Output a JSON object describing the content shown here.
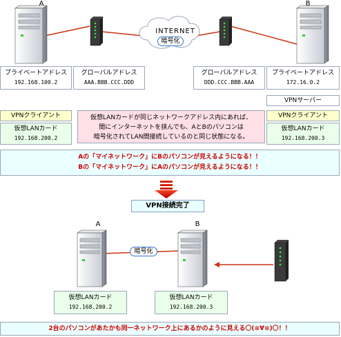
{
  "top": {
    "label_a": "A",
    "label_b": "B",
    "cloud_text": "INTERNET",
    "cloud_badge": "暗号化",
    "private_title": "プライベートアドレス",
    "global_title": "グローバルアドレス",
    "a_private_ip": "192.168.100.2",
    "a_global_ip": "AAA.BBB.CCC.DDD",
    "b_global_ip": "DDD.CCC.BBB.AAA",
    "b_private_ip": "172.16.0.2",
    "vpn_server": "VPNサーバー",
    "vpn_client": "VPNクライアント",
    "virtual_lan": "仮想LANカード",
    "a_virtual_ip": "192.168.200.2",
    "b_virtual_ip": "192.168.200.3",
    "explain_lines": [
      "仮想LANカードが同じネットワークアドレス内にあれば、",
      "間にインターネットを挟んでも、AとBのパソコンは",
      "暗号化されてLAN間接続しているのと同じ状態になる。"
    ],
    "result_lines": [
      "Aの「マイネットワーク」にBのパソコンが見えるようになる！！",
      "Bの「マイネットワーク」にAのパソコンが見えるようになる！！"
    ]
  },
  "complete_label": "VPN接続完了",
  "bottom": {
    "label_a": "A",
    "label_b": "B",
    "badge": "暗号化",
    "virtual_lan": "仮想LANカード",
    "a_virtual_ip": "192.168.200.2",
    "b_virtual_ip": "192.168.200.3",
    "footer": "2台のパソコンがあたかも同一ネットワーク上にあるかのように見える〇(≡∀≡)〇！！"
  },
  "colors": {
    "cable": "#cc3311",
    "emphasis": "#cc0000",
    "arrow": "#cc0000",
    "badge_border": "#3377cc"
  }
}
